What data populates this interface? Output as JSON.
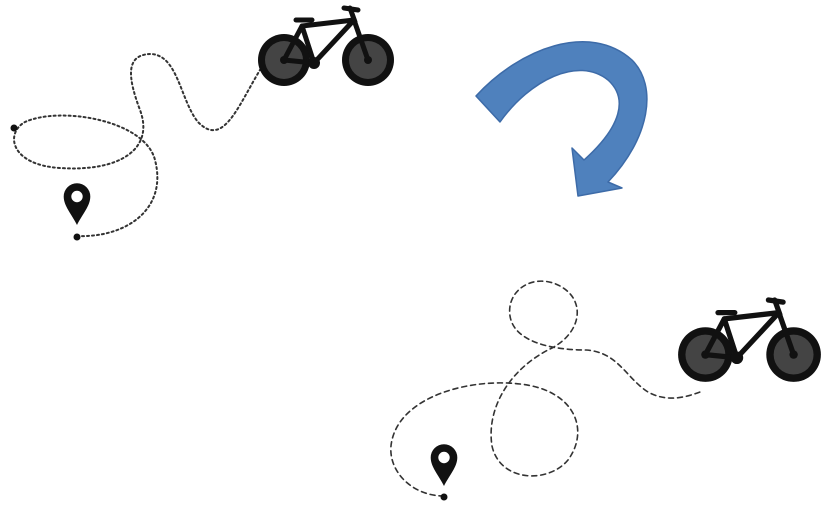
{
  "scene": {
    "panels": [
      {
        "id": "top-left",
        "path_style": "dotted",
        "icons": [
          "location-pin-icon",
          "bicycle-icon"
        ]
      },
      {
        "id": "bottom-right",
        "path_style": "dashed",
        "icons": [
          "location-pin-icon",
          "bicycle-icon"
        ]
      }
    ],
    "arrow": {
      "name": "curved-arrow-icon",
      "direction": "clockwise-down"
    }
  },
  "colors": {
    "background": "#ffffff",
    "path": "#333333",
    "icon": "#111111",
    "arrow_fill": "#4f81bd",
    "arrow_stroke": "#3d6ba8"
  }
}
